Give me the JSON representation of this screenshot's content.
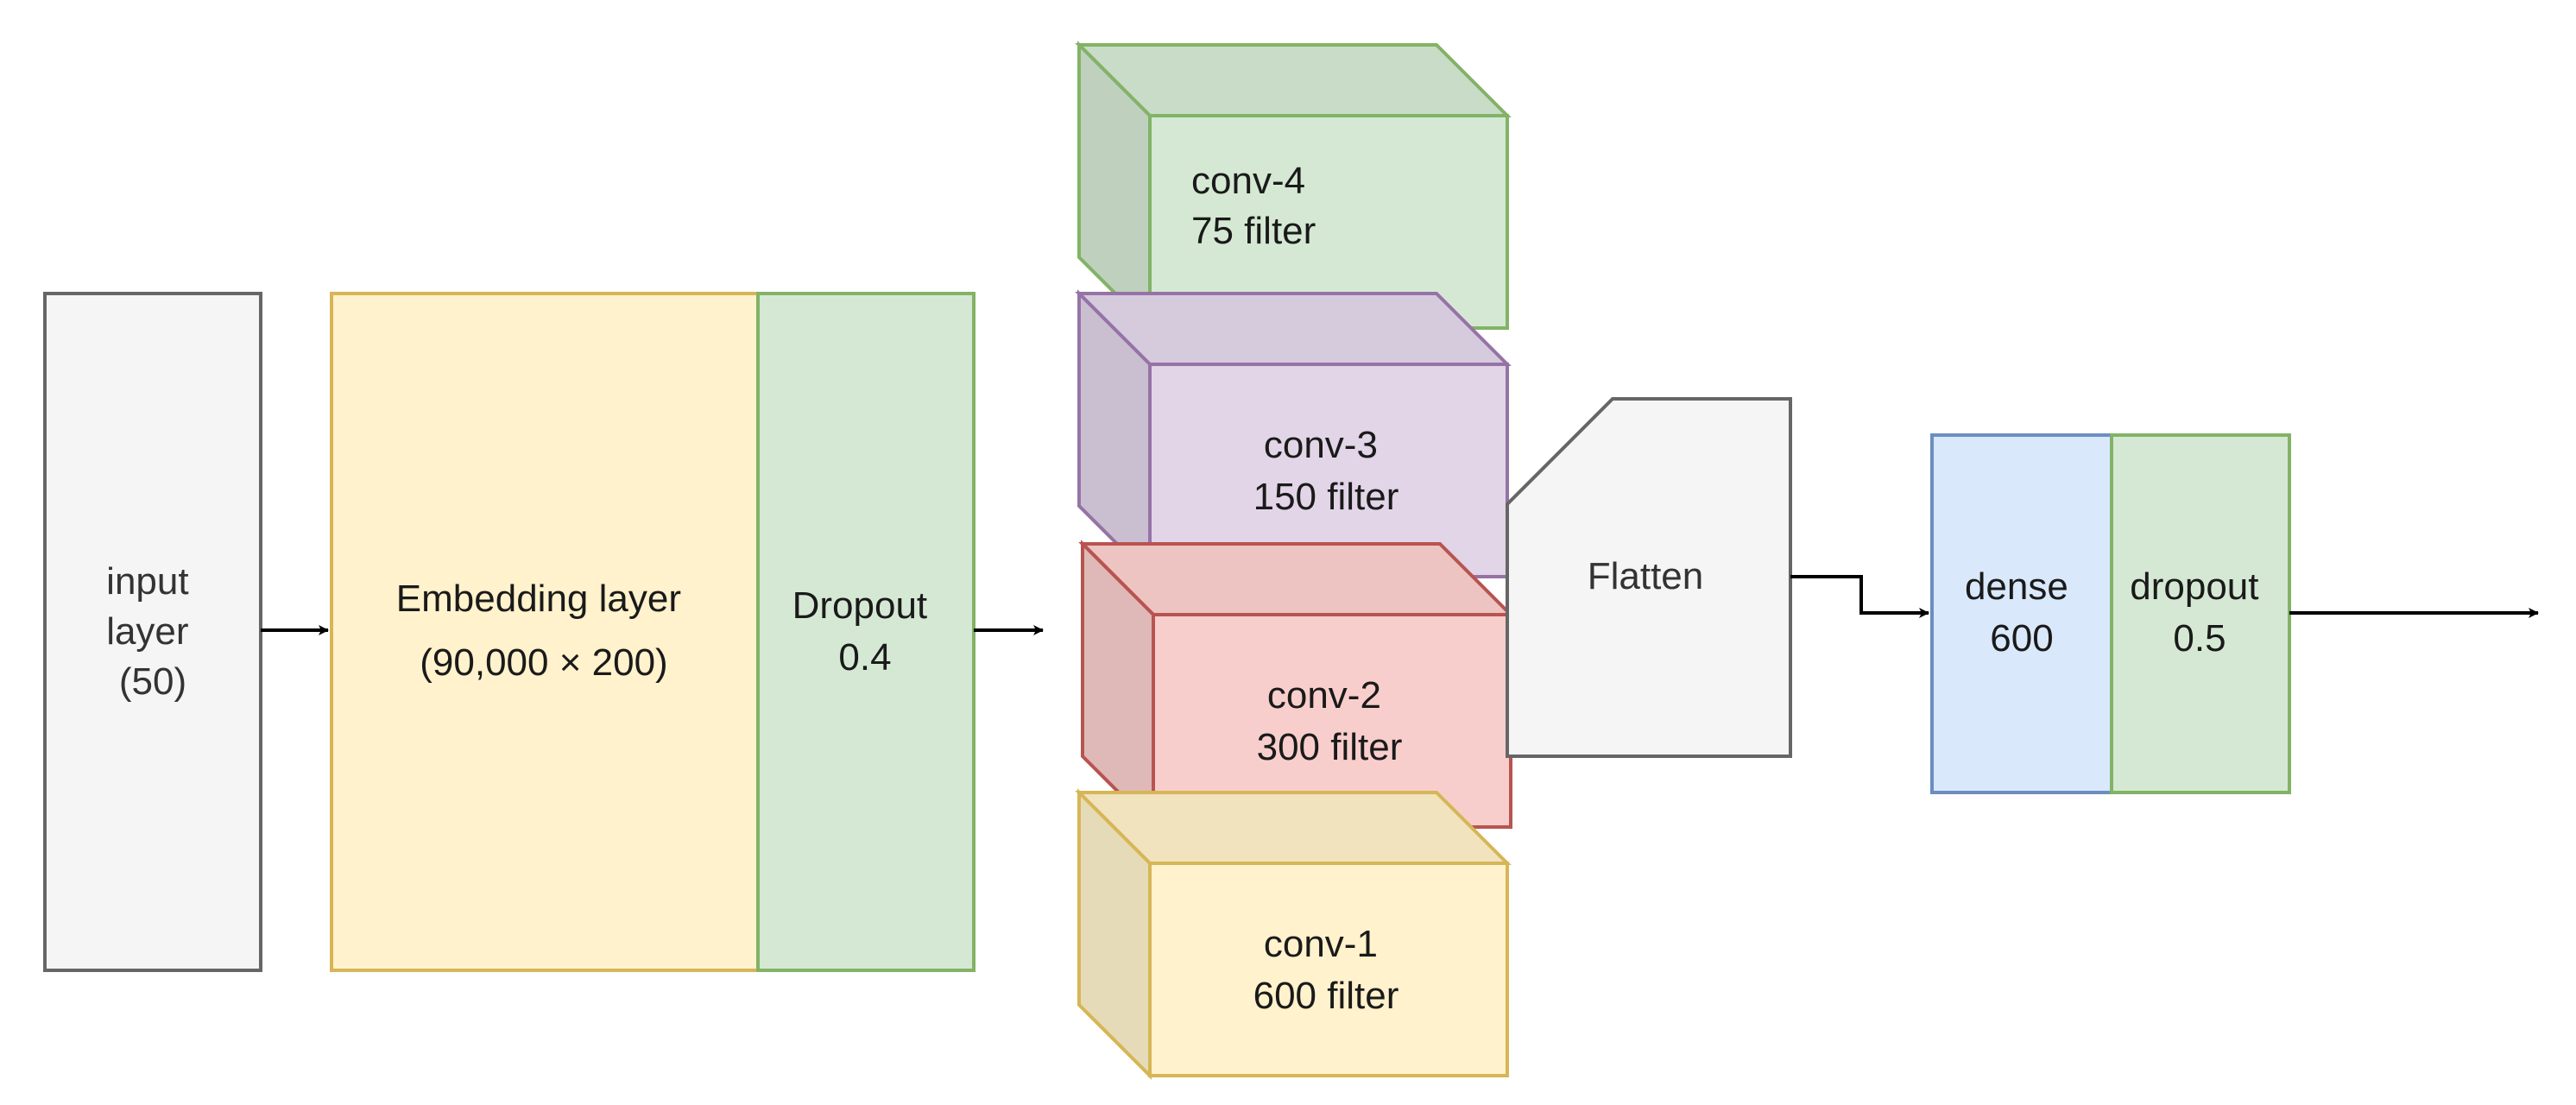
{
  "nodes": {
    "input": {
      "lines": [
        "input",
        "layer",
        "(50)"
      ]
    },
    "embedding": {
      "lines": [
        "Embedding layer",
        "(90,000 × 200)"
      ]
    },
    "dropout1": {
      "lines": [
        "Dropout",
        "0.4"
      ]
    },
    "conv4": {
      "lines": [
        "conv-4",
        "75 filter"
      ]
    },
    "conv3": {
      "lines": [
        "conv-3",
        "150 filter"
      ]
    },
    "conv2": {
      "lines": [
        "conv-2",
        "300 filter"
      ]
    },
    "conv1": {
      "lines": [
        "conv-1",
        "600 filter"
      ]
    },
    "flatten": {
      "lines": [
        "Flatten"
      ]
    },
    "dense": {
      "lines": [
        "dense",
        "600"
      ]
    },
    "dropout2": {
      "lines": [
        "dropout",
        "0.5"
      ]
    }
  },
  "colors": {
    "gray_fill": "#f5f5f5",
    "gray_stroke": "#666666",
    "yellow_fill": "#fff2cc",
    "yellow_side": "#e6dbb8",
    "yellow_stroke": "#d6b656",
    "green_fill": "#d5e8d4",
    "green_side": "#bfd1be",
    "green_stroke": "#82b366",
    "purple_fill": "#e1d5e7",
    "purple_side": "#cabfd0",
    "purple_stroke": "#9673a6",
    "red_fill": "#f8cecc",
    "red_side": "#dfb9b7",
    "red_stroke": "#b85450",
    "blue_fill": "#dae8fc",
    "blue_stroke": "#6c8ebf"
  }
}
